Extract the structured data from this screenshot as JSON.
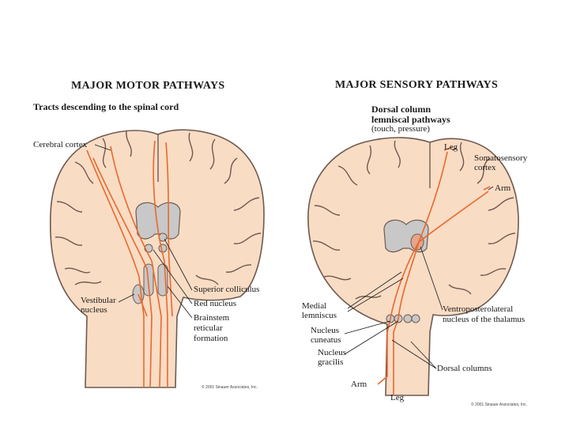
{
  "motor": {
    "title": "MAJOR MOTOR PATHWAYS",
    "subtitle": "Tracts descending to the spinal cord",
    "labels": {
      "cerebral_cortex": "Cerebral cortex",
      "superior_colliculus": "Superior colliculus",
      "red_nucleus": "Red nucleus",
      "vestibular_nucleus_1": "Vestibular",
      "vestibular_nucleus_2": "nucleus",
      "brainstem_1": "Brainstem",
      "brainstem_2": "reticular",
      "brainstem_3": "formation"
    },
    "copyright": "© 2001 Sinauer Associates, Inc."
  },
  "sensory": {
    "title": "MAJOR SENSORY PATHWAYS",
    "subtitle_1": "Dorsal column",
    "subtitle_2": "lemniscal pathways",
    "subtitle_3": "(touch, pressure)",
    "labels": {
      "leg_top": "Leg",
      "somatosensory_1": "Somatosensory",
      "somatosensory_2": "cortex",
      "arm_top": "Arm",
      "medial_lemniscus_1": "Medial",
      "medial_lemniscus_2": "lemniscus",
      "vpl_1": "Ventroposterolateral",
      "vpl_2": "nucleus of the thalamus",
      "nucleus_cuneatus_1": "Nucleus",
      "nucleus_cuneatus_2": "cuneatus",
      "nucleus_gracilis_1": "Nucleus",
      "nucleus_gracilis_2": "gracilis",
      "dorsal_columns": "Dorsal columns",
      "arm_bottom": "Arm",
      "leg_bottom": "Leg"
    },
    "copyright": "© 2001 Sinauer Associates, Inc."
  },
  "colors": {
    "brain_fill": "#f9dcc4",
    "brain_outline": "#6e5a50",
    "pathway": "#e8682e",
    "nucleus_gray": "#c8c8c8"
  }
}
